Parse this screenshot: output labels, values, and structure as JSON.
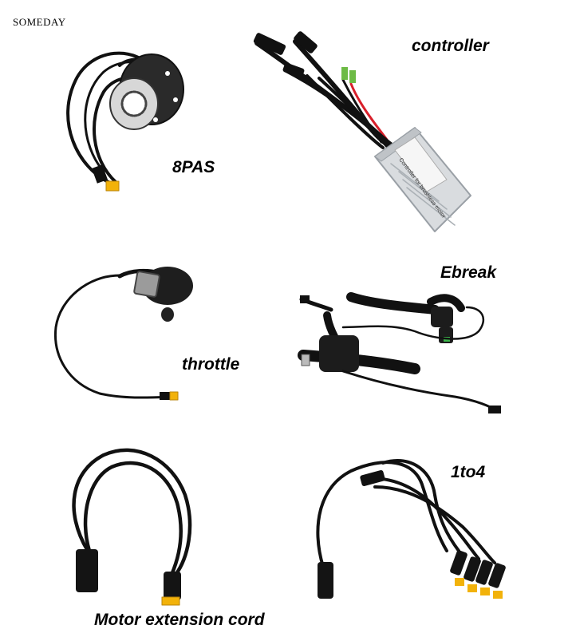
{
  "watermark": "SOMEDAY",
  "labels": {
    "pas": "8PAS",
    "controller": "controller",
    "ebreak": "Ebreak",
    "throttle": "throttle",
    "splitter": "1to4",
    "extension": "Motor extension cord"
  },
  "controller_sticker": "Controller for brushless motor",
  "colors": {
    "cable": "#111111",
    "connector_yellow": "#f2b20a",
    "aluminium": "#d9dcdf",
    "red_wire": "#d81f2a",
    "green_plug": "#6dbb45",
    "background": "#ffffff"
  },
  "icons": [
    "pas-sensor-icon",
    "controller-box-icon",
    "throttle-icon",
    "brake-lever-icon",
    "splitter-cable-icon",
    "extension-cable-icon"
  ]
}
